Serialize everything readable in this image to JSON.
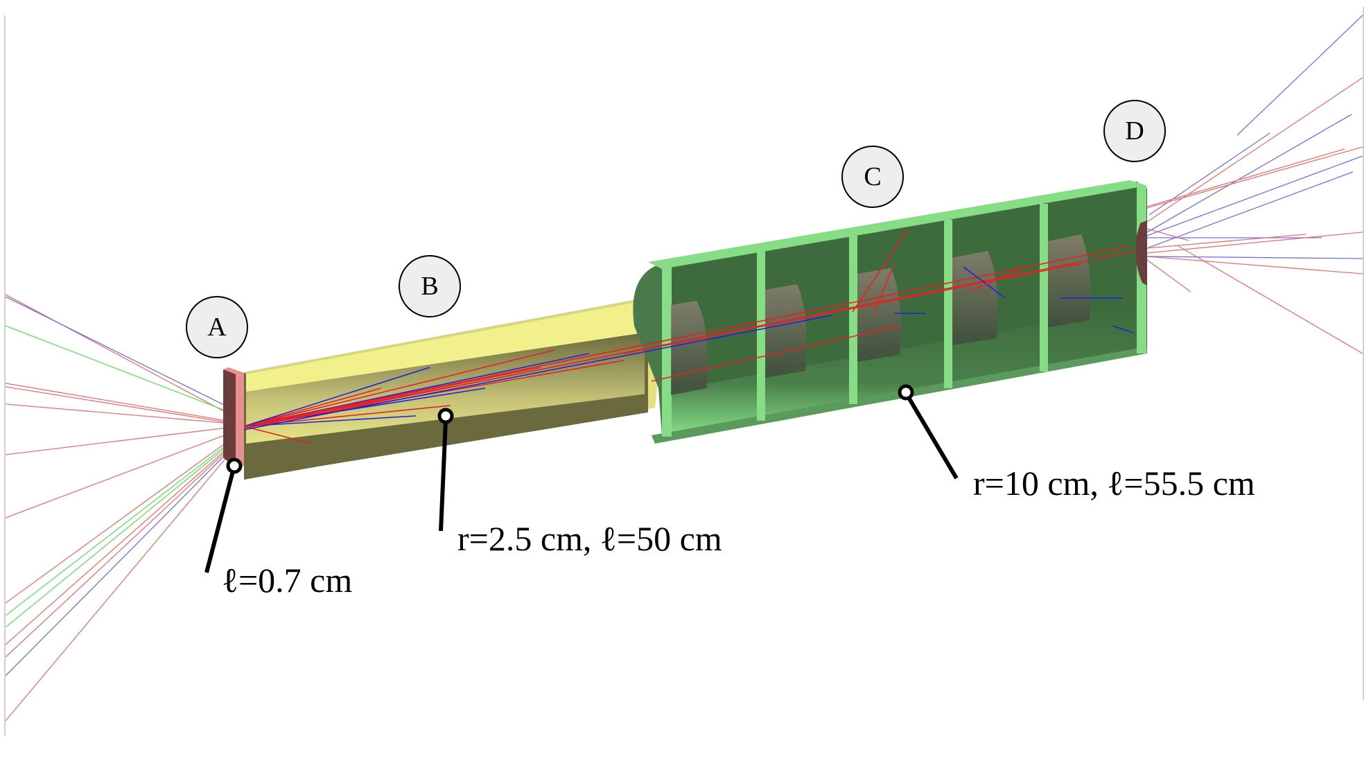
{
  "figure": {
    "type": "detector geometry / particle track simulation",
    "colors": {
      "target": "#6b3d3d",
      "target_edge": "#e89090",
      "tube_light": "#f2f08a",
      "tube_dark": "#6b6a3e",
      "chamber_light": "#86dd86",
      "chamber_dark": "#3e6b3e",
      "track_red": "#e82020",
      "track_blue": "#2020e0",
      "track_green": "#30d030",
      "label_fill": "#eeeeee"
    },
    "components": [
      {
        "id": "A",
        "label": "A",
        "dimension": "ℓ=0.7 cm"
      },
      {
        "id": "B",
        "label": "B",
        "dimension": "r=2.5 cm, ℓ=50 cm"
      },
      {
        "id": "C",
        "label": "C",
        "dimension": "r=10 cm, ℓ=55.5 cm"
      },
      {
        "id": "D",
        "label": "D",
        "dimension": ""
      }
    ]
  }
}
